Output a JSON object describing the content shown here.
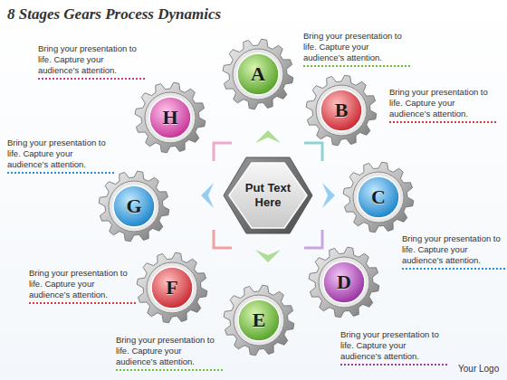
{
  "diagram": {
    "title": "8 Stages Gears Process Dynamics",
    "nodes": [
      {
        "text": [
          "A"
        ]
      },
      {
        "text": [
          "B"
        ]
      },
      {
        "text": [
          "C"
        ]
      },
      {
        "text": [
          "D"
        ]
      },
      {
        "text": [
          "E"
        ]
      },
      {
        "text": [
          "F"
        ]
      },
      {
        "text": [
          "G"
        ]
      },
      {
        "text": [
          "H"
        ]
      },
      {
        "text": [
          "Put Text Here"
        ]
      }
    ],
    "labels": [
      "Bring your presentation to life. Capture your audience’s attention.",
      "Bring your presentation to life. Capture your audience’s attention.",
      "Bring your presentation to life. Capture your audience’s attention.",
      "Bring your presentation to life. Capture your audience’s attention.",
      "Bring your presentation to life. Capture your audience’s attention.",
      "Bring your presentation to life. Capture your audience’s attention.",
      "Bring your presentation to life. Capture your audience’s attention.",
      "Bring your presentation to life. Capture your audience’s attention.",
      "Your Logo"
    ]
  }
}
